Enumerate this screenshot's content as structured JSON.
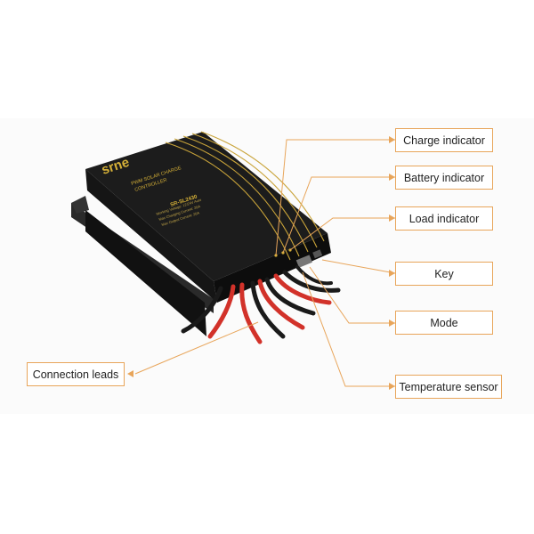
{
  "device": {
    "brand": "srne",
    "line1": "PWM SOLAR CHARGE",
    "line2": "CONTROLLER",
    "model": "SR-SL2430",
    "spec1": "Working Voltage: 12/24V Auto",
    "spec2": "Max Charging Current: 20A",
    "spec3": "Max Output Current: 20A"
  },
  "labels": {
    "charge_indicator": "Charge indicator",
    "battery_indicator": "Battery indicator",
    "load_indicator": "Load indicator",
    "key": "Key",
    "mode": "Mode",
    "temperature_sensor": "Temperature sensor",
    "connection_leads": "Connection leads"
  },
  "colors": {
    "accent": "#e8a55a",
    "body": "#1c1c1c",
    "gold": "#c9a43a",
    "red_wire": "#d2322a",
    "black_wire": "#1a1a1a"
  }
}
